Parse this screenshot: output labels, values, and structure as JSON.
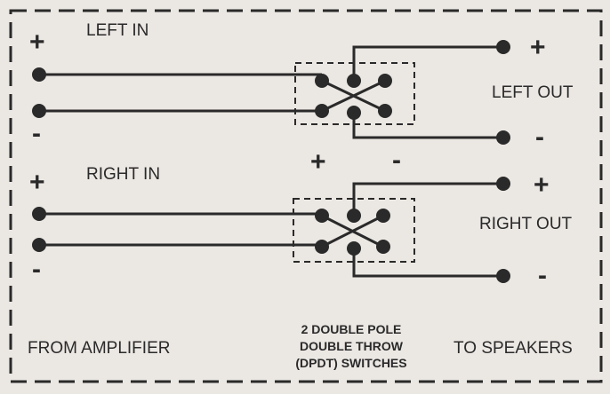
{
  "labels": {
    "left_in": "LEFT IN",
    "right_in": "RIGHT IN",
    "left_out": "LEFT OUT",
    "right_out": "RIGHT OUT",
    "from_amplifier": "FROM AMPLIFIER",
    "to_speakers": "TO SPEAKERS",
    "switch_caption_1": "2 DOUBLE POLE",
    "switch_caption_2": "DOUBLE THROW",
    "switch_caption_3": "(DPDT) SWITCHES"
  },
  "polarity": {
    "plus": "+",
    "minus": "-"
  },
  "colors": {
    "ink": "#2a2a2a",
    "background": "#ebe7e3"
  }
}
